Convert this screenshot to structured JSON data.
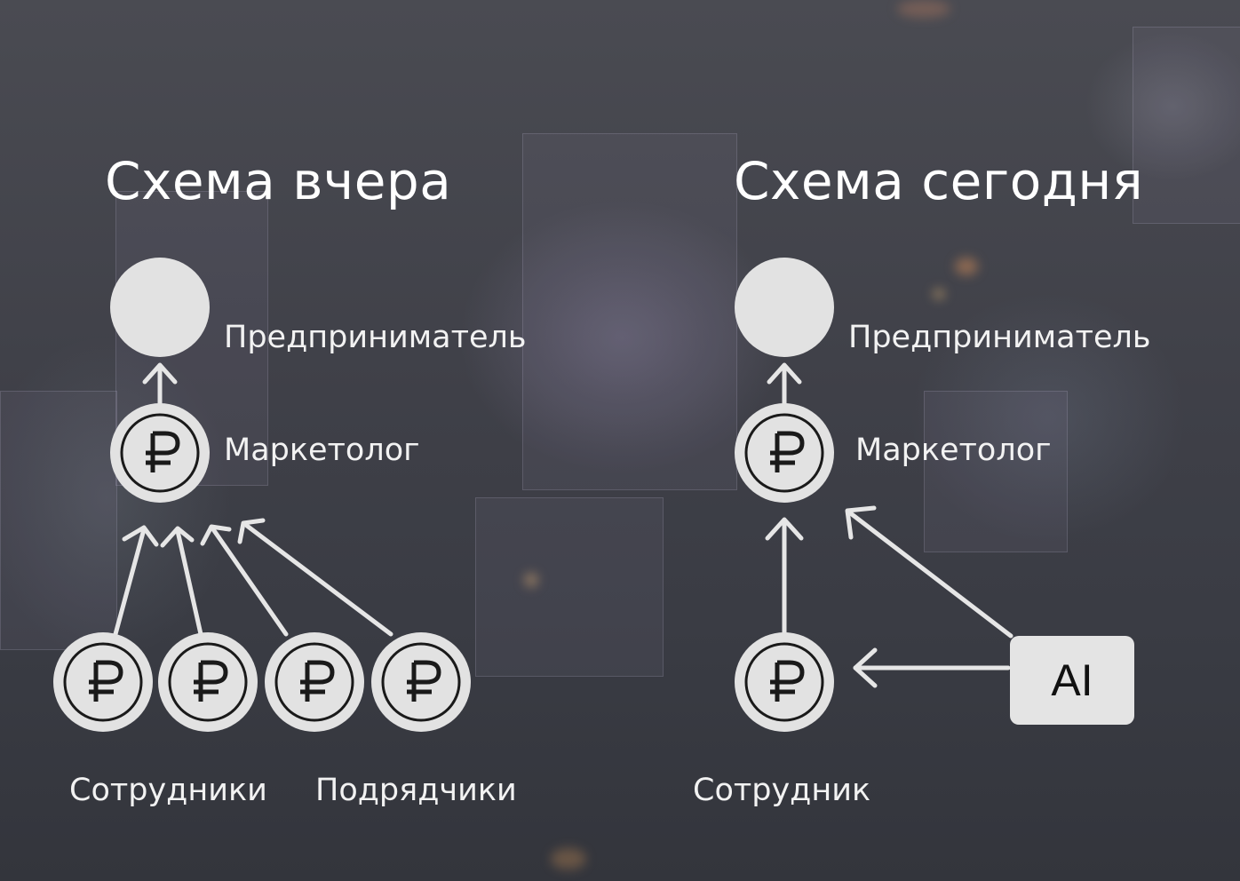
{
  "left": {
    "title": "Схема вчера",
    "owner_label": "Предприниматель",
    "marketer_label": "Маркетолог",
    "employees_label": "Сотрудники",
    "contractors_label": "Подрядчики"
  },
  "right": {
    "title": "Схема сегодня",
    "owner_label": "Предприниматель",
    "marketer_label": "Маркетолог",
    "employee_label": "Сотрудник",
    "ai_label": "AI"
  },
  "icons": {
    "coin": "ruble-coin-icon",
    "owner": "person-circle-icon"
  },
  "colors": {
    "node_fill": "#e2e2e2",
    "arrow": "#e6e6e6",
    "symbol": "#1a1a1a"
  }
}
